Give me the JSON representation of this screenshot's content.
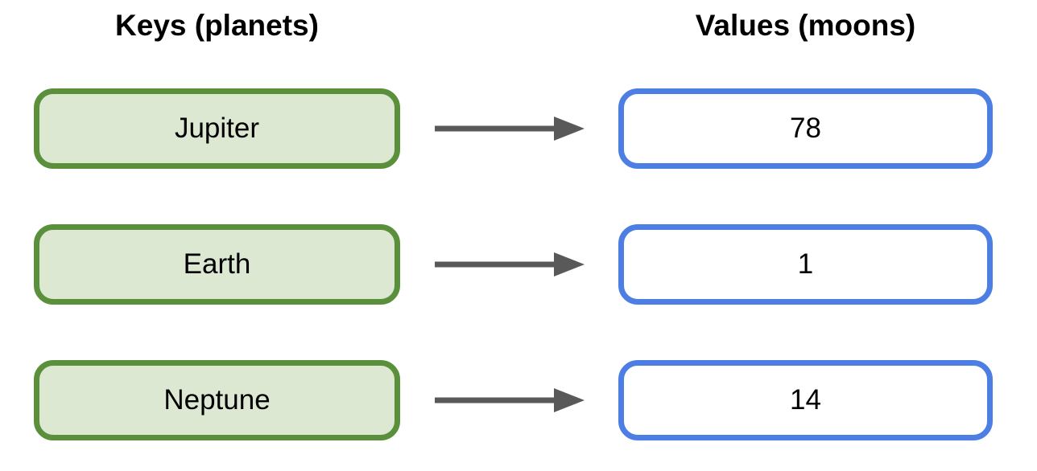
{
  "diagram": {
    "key_header": "Keys (planets)",
    "value_header": "Values (moons)",
    "mappings": [
      {
        "key": "Jupiter",
        "value": "78"
      },
      {
        "key": "Earth",
        "value": "1"
      },
      {
        "key": "Neptune",
        "value": "14"
      }
    ],
    "colors": {
      "key_box_border": "#5a8f3c",
      "key_box_fill": "#dde8d2",
      "value_box_border": "#4d7ee3",
      "value_box_fill": "#ffffff",
      "arrow": "#595959",
      "text": "#000000"
    },
    "arrow_icon_name": "right-arrow-icon"
  }
}
